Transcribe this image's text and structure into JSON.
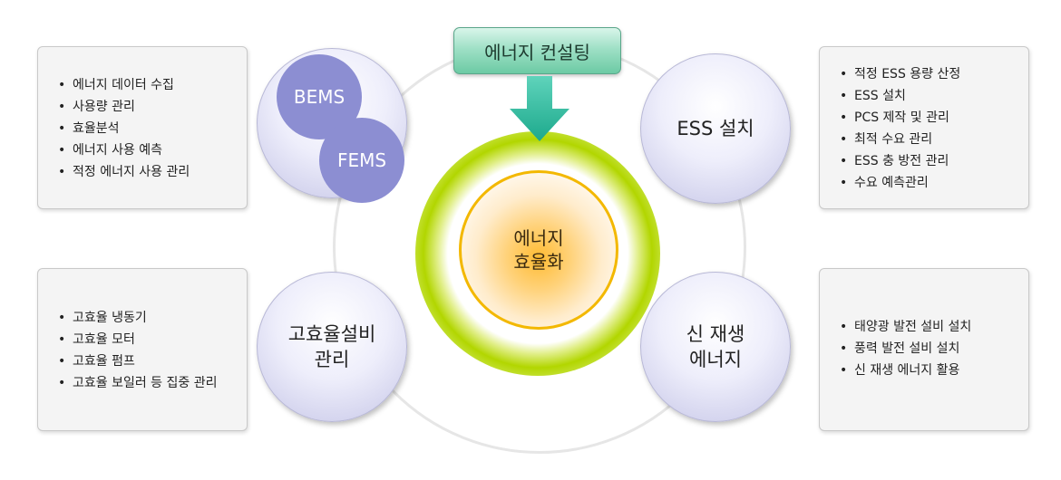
{
  "center": {
    "line1": "에너지",
    "line2": "효율화"
  },
  "consulting": {
    "label": "에너지 컨설팅"
  },
  "bubbles": {
    "bems": {
      "mini1": "BEMS",
      "mini2": "FEMS"
    },
    "ess": {
      "label": "ESS 설치"
    },
    "equipment": {
      "line1": "고효율설비",
      "line2": "관리"
    },
    "renewable": {
      "line1": "신 재생",
      "line2": "에너지"
    }
  },
  "lists": {
    "bems": [
      "에너지 데이터 수집",
      "사용량 관리",
      "효율분석",
      "에너지 사용 예측",
      "적정 에너지 사용 관리"
    ],
    "ess": [
      "적정 ESS 용량 산정",
      "ESS 설치",
      "PCS 제작 및 관리",
      "최적 수요 관리",
      "ESS 충 방전 관리",
      "수요 예측관리"
    ],
    "equipment": [
      "고효율 냉동기",
      "고효율 모터",
      "고효율 펌프",
      "고효율 보일러 등 집중 관리"
    ],
    "renewable": [
      "태양광 발전 설비 설치",
      "풍력 발전 설비 설치",
      "신 재생 에너지 활용"
    ]
  },
  "colors": {
    "consult_box": "#9fe0c6",
    "arrow": "#2fb59a",
    "glow": "#b2d600",
    "core_border": "#f3b800",
    "bubble": "#d4d4ee",
    "mini_circle": "#8c8ed2"
  }
}
